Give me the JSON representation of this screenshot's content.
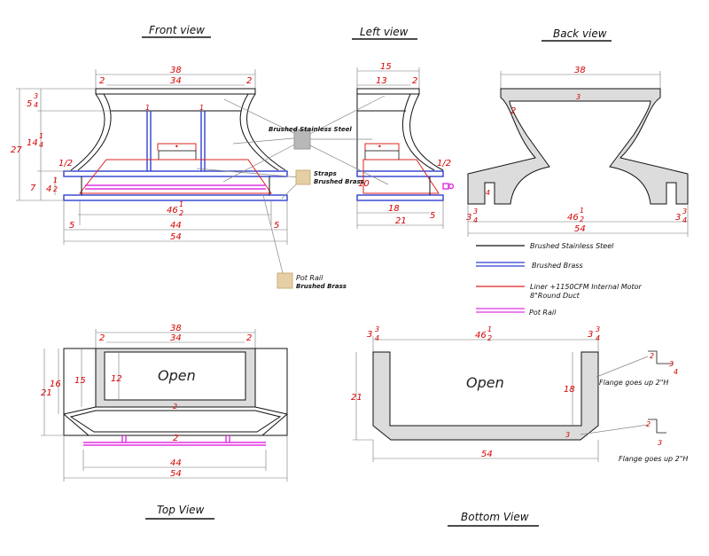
{
  "views": {
    "front": "Front view",
    "left": "Left view",
    "back": "Back view",
    "top": "Top View",
    "bottom": "Bottom View"
  },
  "front_dims": {
    "w38": "38",
    "w34": "34",
    "c2a": "2",
    "c2b": "2",
    "h27": "27",
    "h5": "5",
    "h14": "14",
    "h7": "7",
    "h4": "4",
    "half": "1/2",
    "num3": "3",
    "den4": "4",
    "num1": "1",
    "den2": "2",
    "m1a": "1",
    "m1b": "1",
    "w46": "46",
    "w44": "44",
    "w54": "54",
    "s5a": "5",
    "s5b": "5"
  },
  "left_dims": {
    "w15": "15",
    "w13": "13",
    "c2": "2",
    "half": "1/2",
    "h10": "10",
    "w18": "18",
    "w21": "21",
    "s5": "5"
  },
  "back_dims": {
    "w38": "38",
    "c3": "3",
    "c2": "2",
    "c4": "4",
    "w46": "46",
    "w54": "54",
    "e3a": "3",
    "e3b": "3",
    "num3": "3",
    "den4": "4"
  },
  "top_dims": {
    "w38": "38",
    "w34": "34",
    "c2a": "2",
    "c2b": "2",
    "h21": "21",
    "h16": "16",
    "h15": "15",
    "h12": "12",
    "mid2": "2",
    "rail2": "2",
    "w44": "44",
    "w54": "54"
  },
  "bottom_dims": {
    "e3a": "3",
    "e3b": "3",
    "num3": "3",
    "den4": "4",
    "w46": "46",
    "half": "1/2",
    "h21": "21",
    "h18": "18",
    "c3": "3",
    "w54": "54",
    "f2a": "2",
    "f2b": "2",
    "f3": "3",
    "f34a": "3",
    "f34b": "4",
    "f3b": "3"
  },
  "labels": {
    "open_top": "Open",
    "open_bottom": "Open",
    "brushed_steel_callout": "Brushed Stainless Steel",
    "straps": "Straps",
    "straps_sub": "Brushed Brass",
    "pot_rail": "Pot Rail",
    "pot_rail_sub": "Brushed Brass",
    "flange1": "Flange goes up 2\"H",
    "flange2": "Flange goes up 2\"H"
  },
  "legend": [
    {
      "label": "Brushed Stainless Steel",
      "color": "#111111"
    },
    {
      "label": "Brushed Brass",
      "color": "#2f3fd0"
    },
    {
      "label": "Liner +1150CFM Internal Motor",
      "label2": "8\"Round Duct",
      "color": "#e02020"
    },
    {
      "label": "Pot Rail",
      "color": "#e030e0"
    }
  ],
  "swatches": {
    "steel": "#b8b8b8",
    "brass": "#e6cfa4"
  }
}
